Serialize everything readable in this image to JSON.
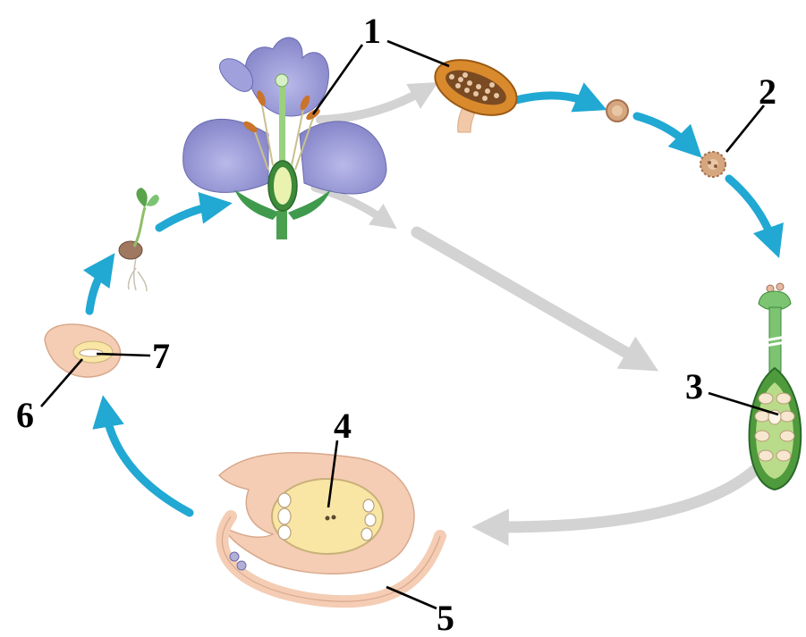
{
  "labels": {
    "l1": "1",
    "l2": "2",
    "l3": "3",
    "l4": "4",
    "l5": "5",
    "l6": "6",
    "l7": "7"
  },
  "colors": {
    "cycle_arrow": "#21a8d3",
    "secondary_arrow": "#d3d3d3",
    "petal": "#8f8fd0",
    "anther": "#c9742a",
    "ovary": "#5b9b3a",
    "ovule": "#f4cdb4"
  }
}
